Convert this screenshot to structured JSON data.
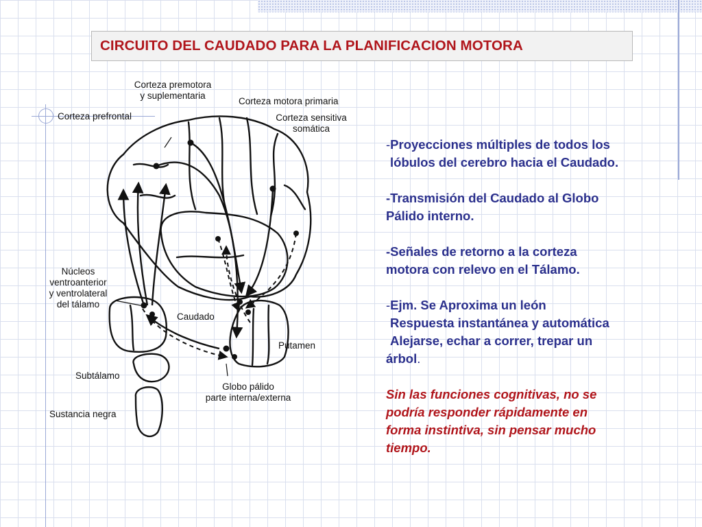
{
  "title": "CIRCUITO DEL CAUDADO PARA LA PLANIFICACION MOTORA",
  "diagram": {
    "labels": {
      "premotora_1": "Corteza premotora",
      "premotora_2": "y suplementaria",
      "motora_primaria": "Corteza motora primaria",
      "prefrontal": "Corteza prefrontal",
      "sensitiva_1": "Corteza sensitiva",
      "sensitiva_2": "somática",
      "nucleos_1": "Núcleos",
      "nucleos_2": "ventroanterior",
      "nucleos_3": "y ventrolateral",
      "nucleos_4": "del tálamo",
      "caudado": "Caudado",
      "putamen": "Putamen",
      "subtalamo": "Subtálamo",
      "globo_1": "Globo pálido",
      "globo_2": "parte interna/externa",
      "sustancia": "Sustancia negra"
    }
  },
  "notes": {
    "n1_lead": "-",
    "n1_line1": "Proyecciones múltiples de todos los",
    "n1_line2": "lóbulos del cerebro hacia el Caudado.",
    "n2_line1": "-Transmisión del Caudado al Globo",
    "n2_line2": "Pálido interno.",
    "n3_line1": "-Señales de retorno a la corteza",
    "n3_line2": "motora  con relevo en el Tálamo.",
    "n4_lead": "-",
    "n4_line1": "Ejm. Se Aproxima un león",
    "n4_line2": "Respuesta instantánea y automática",
    "n4_line3": "Alejarse, echar a correr, trepar un",
    "n4_line4": "árbol",
    "n4_dot": ".",
    "n5_line1": "Sin las funciones cognitivas, no se",
    "n5_line2": "podría responder rápidamente en",
    "n5_line3": "forma instintiva, sin pensar mucho",
    "n5_line4": "tiempo."
  },
  "colors": {
    "title": "#b0151b",
    "body_text": "#2a2f8c",
    "emphasis_text": "#b0151b"
  }
}
